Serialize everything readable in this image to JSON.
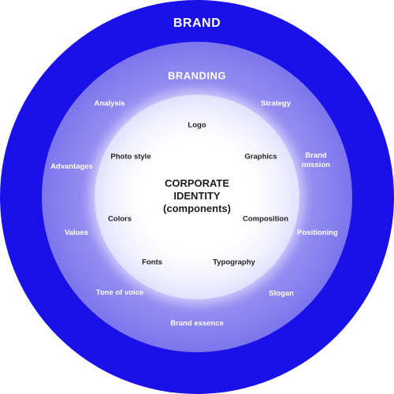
{
  "brand": {
    "title": "BRAND"
  },
  "branding": {
    "title": "BRANDING",
    "items": [
      {
        "id": "analysis",
        "label": "Analysis"
      },
      {
        "id": "strategy",
        "label": "Strategy"
      },
      {
        "id": "advantages",
        "label": "Advantages"
      },
      {
        "id": "brand_mission",
        "label": "Brand\nmission"
      },
      {
        "id": "values",
        "label": "Values"
      },
      {
        "id": "positioning",
        "label": "Positioning"
      },
      {
        "id": "tone_of_voice",
        "label": "Tone of voice"
      },
      {
        "id": "slogan",
        "label": "Slogan"
      },
      {
        "id": "brand_essence",
        "label": "Brand essence"
      }
    ]
  },
  "corporate_identity": {
    "title_lines": [
      "CORPORATE",
      "IDENTITY",
      "(components)"
    ],
    "items": [
      {
        "id": "logo",
        "label": "Logo"
      },
      {
        "id": "photo_style",
        "label": "Photo style"
      },
      {
        "id": "graphics",
        "label": "Graphics"
      },
      {
        "id": "colors",
        "label": "Colors"
      },
      {
        "id": "composition",
        "label": "Composition"
      },
      {
        "id": "fonts",
        "label": "Fonts"
      },
      {
        "id": "typography",
        "label": "Typography"
      }
    ]
  },
  "colors": {
    "brand_ring": "#1a10e8",
    "branding_ring": "#8a84f0",
    "identity_core": "#ffffff"
  }
}
